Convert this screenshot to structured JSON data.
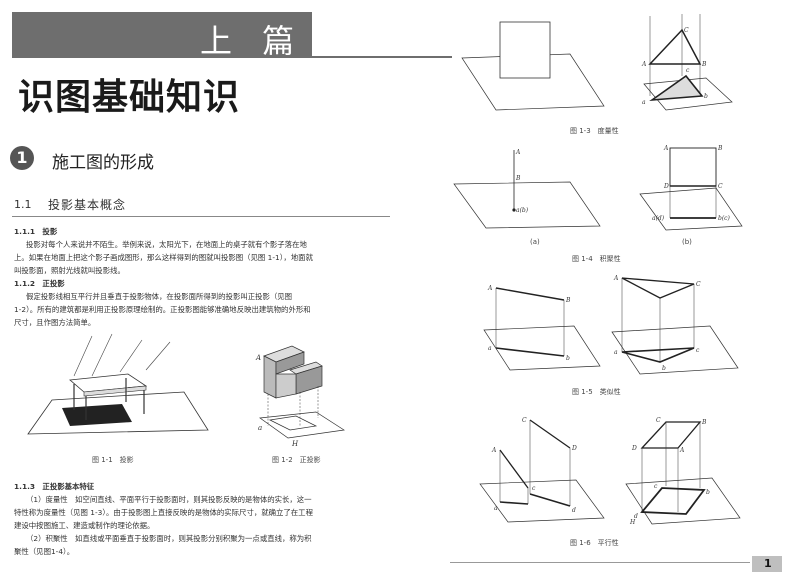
{
  "part_banner": {
    "text": "上 篇"
  },
  "chapter_title": "识图基础知识",
  "section": {
    "number": "1",
    "title": "施工图的形成"
  },
  "subsection": {
    "number": "1.1",
    "title": "投影基本概念"
  },
  "s111": {
    "heading": "1.1.1　投影",
    "lines": [
      "投影对每个人来说并不陌生。举例来说，太阳光下，在地面上的桌子就有个影子落在地",
      "上。如果在地面上把这个影子画成图形，那么这样得到的图就叫投影图（见图 1-1），地面就",
      "叫投影面，照射光线就叫投影线。"
    ]
  },
  "s112": {
    "heading": "1.1.2　正投影",
    "lines": [
      "假定投影线相互平行并且垂直于投影物体，在投影面所得到的投影叫正投影（见图",
      "1-2）。所有的建筑都是利用正投影原理绘制的。正投影图能够准确地反映出建筑物的外形和",
      "尺寸，且作图方法简单。"
    ]
  },
  "figures_left": {
    "fig11": "图 1-1　投影",
    "fig12": "图 1-2　正投影"
  },
  "s113": {
    "heading": "1.1.3　正投影基本特征",
    "lines": [
      "（1）度量性　如空间直线、平面平行于投影面时，则其投影反映的是物体的实长，这一",
      "特性称为度量性（见图 1-3）。由于投影图上直接反映的是物体的实际尺寸，就确立了在工程",
      "建设中按图施工、建造或制作的理论依据。",
      "（2）积聚性　如直线或平面垂直于投影面时，则其投影分别积聚为一点或直线，称为积",
      "聚性（见图1-4）。"
    ]
  },
  "figures_right": {
    "fig13": "图 1-3　度量性",
    "fig14": "图 1-4　积聚性",
    "fig14a": "(a)",
    "fig14b": "(b)",
    "fig15": "图 1-5　类似性",
    "fig16": "图 1-6　平行性"
  },
  "page_number": "1"
}
